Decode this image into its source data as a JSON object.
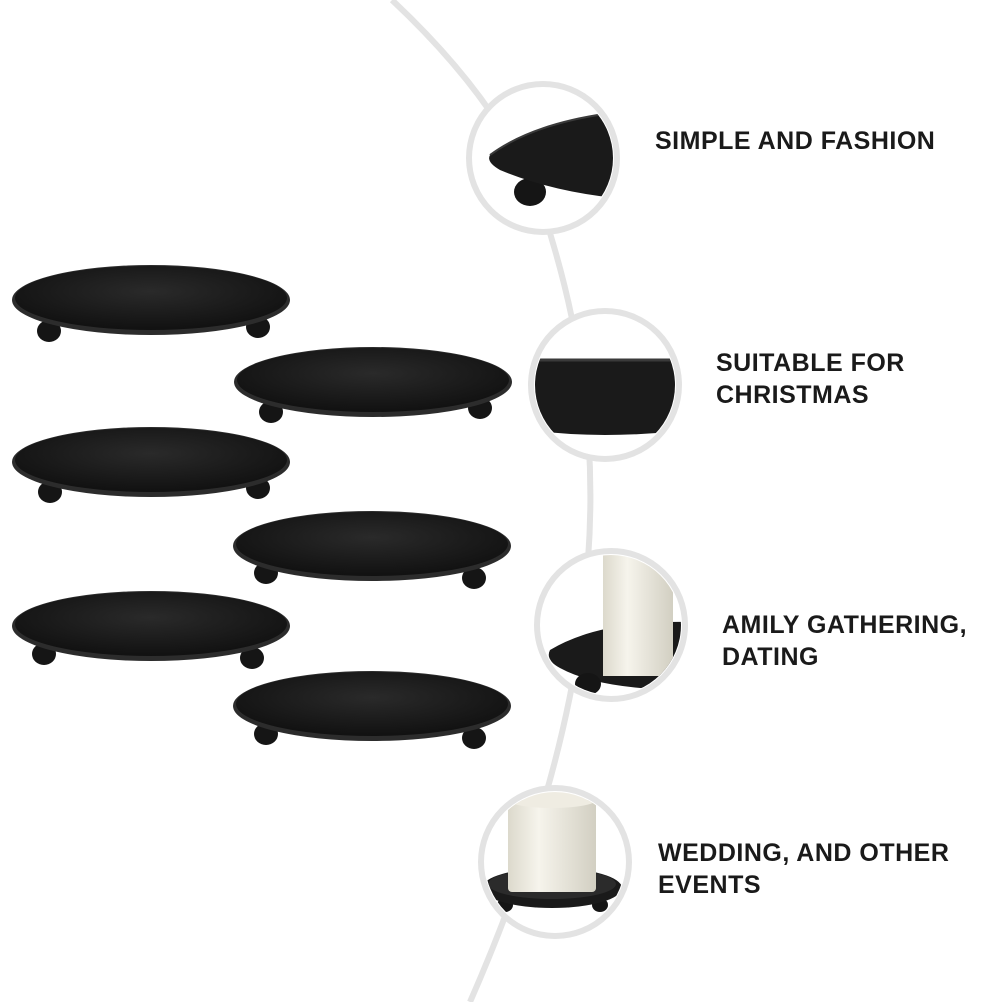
{
  "captions": [
    {
      "lines": [
        "SIMPLE AND FASHION"
      ]
    },
    {
      "lines": [
        "SUITABLE FOR",
        "CHRISTMAS"
      ]
    },
    {
      "lines": [
        "AMILY GATHERING,",
        "DATING"
      ]
    },
    {
      "lines": [
        "WEDDING, AND OTHER",
        "EVENTS"
      ]
    }
  ],
  "colors": {
    "plate": "#1b1b1b",
    "plate_rim": "#2e2e2e",
    "arc": "#e6e6e6",
    "candle": "#f1efe6",
    "text": "#1a1a1a"
  }
}
